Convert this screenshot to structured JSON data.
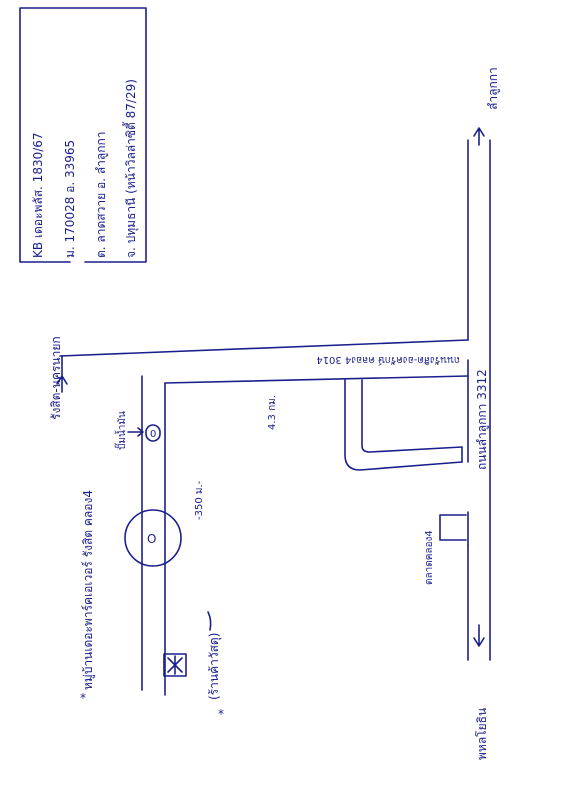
{
  "address_box": {
    "line1": "KB เดอะพลัส. 1830/67",
    "line2": "ม. 170028 อ. 33965",
    "line3": "ต. ลาดสวาย อ. ลำลูกกา",
    "line4": "จ. ปทุมธานี (หน้าวิลล่าซิตี้ 87/29)"
  },
  "labels": {
    "rangsit_nakhonnayok": "รังสิต-นครนายก",
    "lamlukka_top": "ลำลูกกา",
    "road_3012": "ถนนลำลูกกา 3312",
    "khlong4_road": "ถนนรังสิต-องครักษ์ คลอง4 3014",
    "distance_350": "-350 ม.-",
    "distance_4_3km": "4.3 กม.",
    "gas_station": "ปั๊มน้ำมัน",
    "village": "หมู่บ้านเดอะพาร์คเอเวอร์ รังสิต คลอง4",
    "shop": "(ร้านค้าวัสดุ)",
    "market_khlong4": "ตลาดคลอง4",
    "bangkok_side": "พหลโยธิน",
    "roundabout": "O",
    "gas_marker": "0",
    "star": "*"
  },
  "colors": {
    "ink": "#1a1f8c",
    "paper": "#ffffff"
  }
}
